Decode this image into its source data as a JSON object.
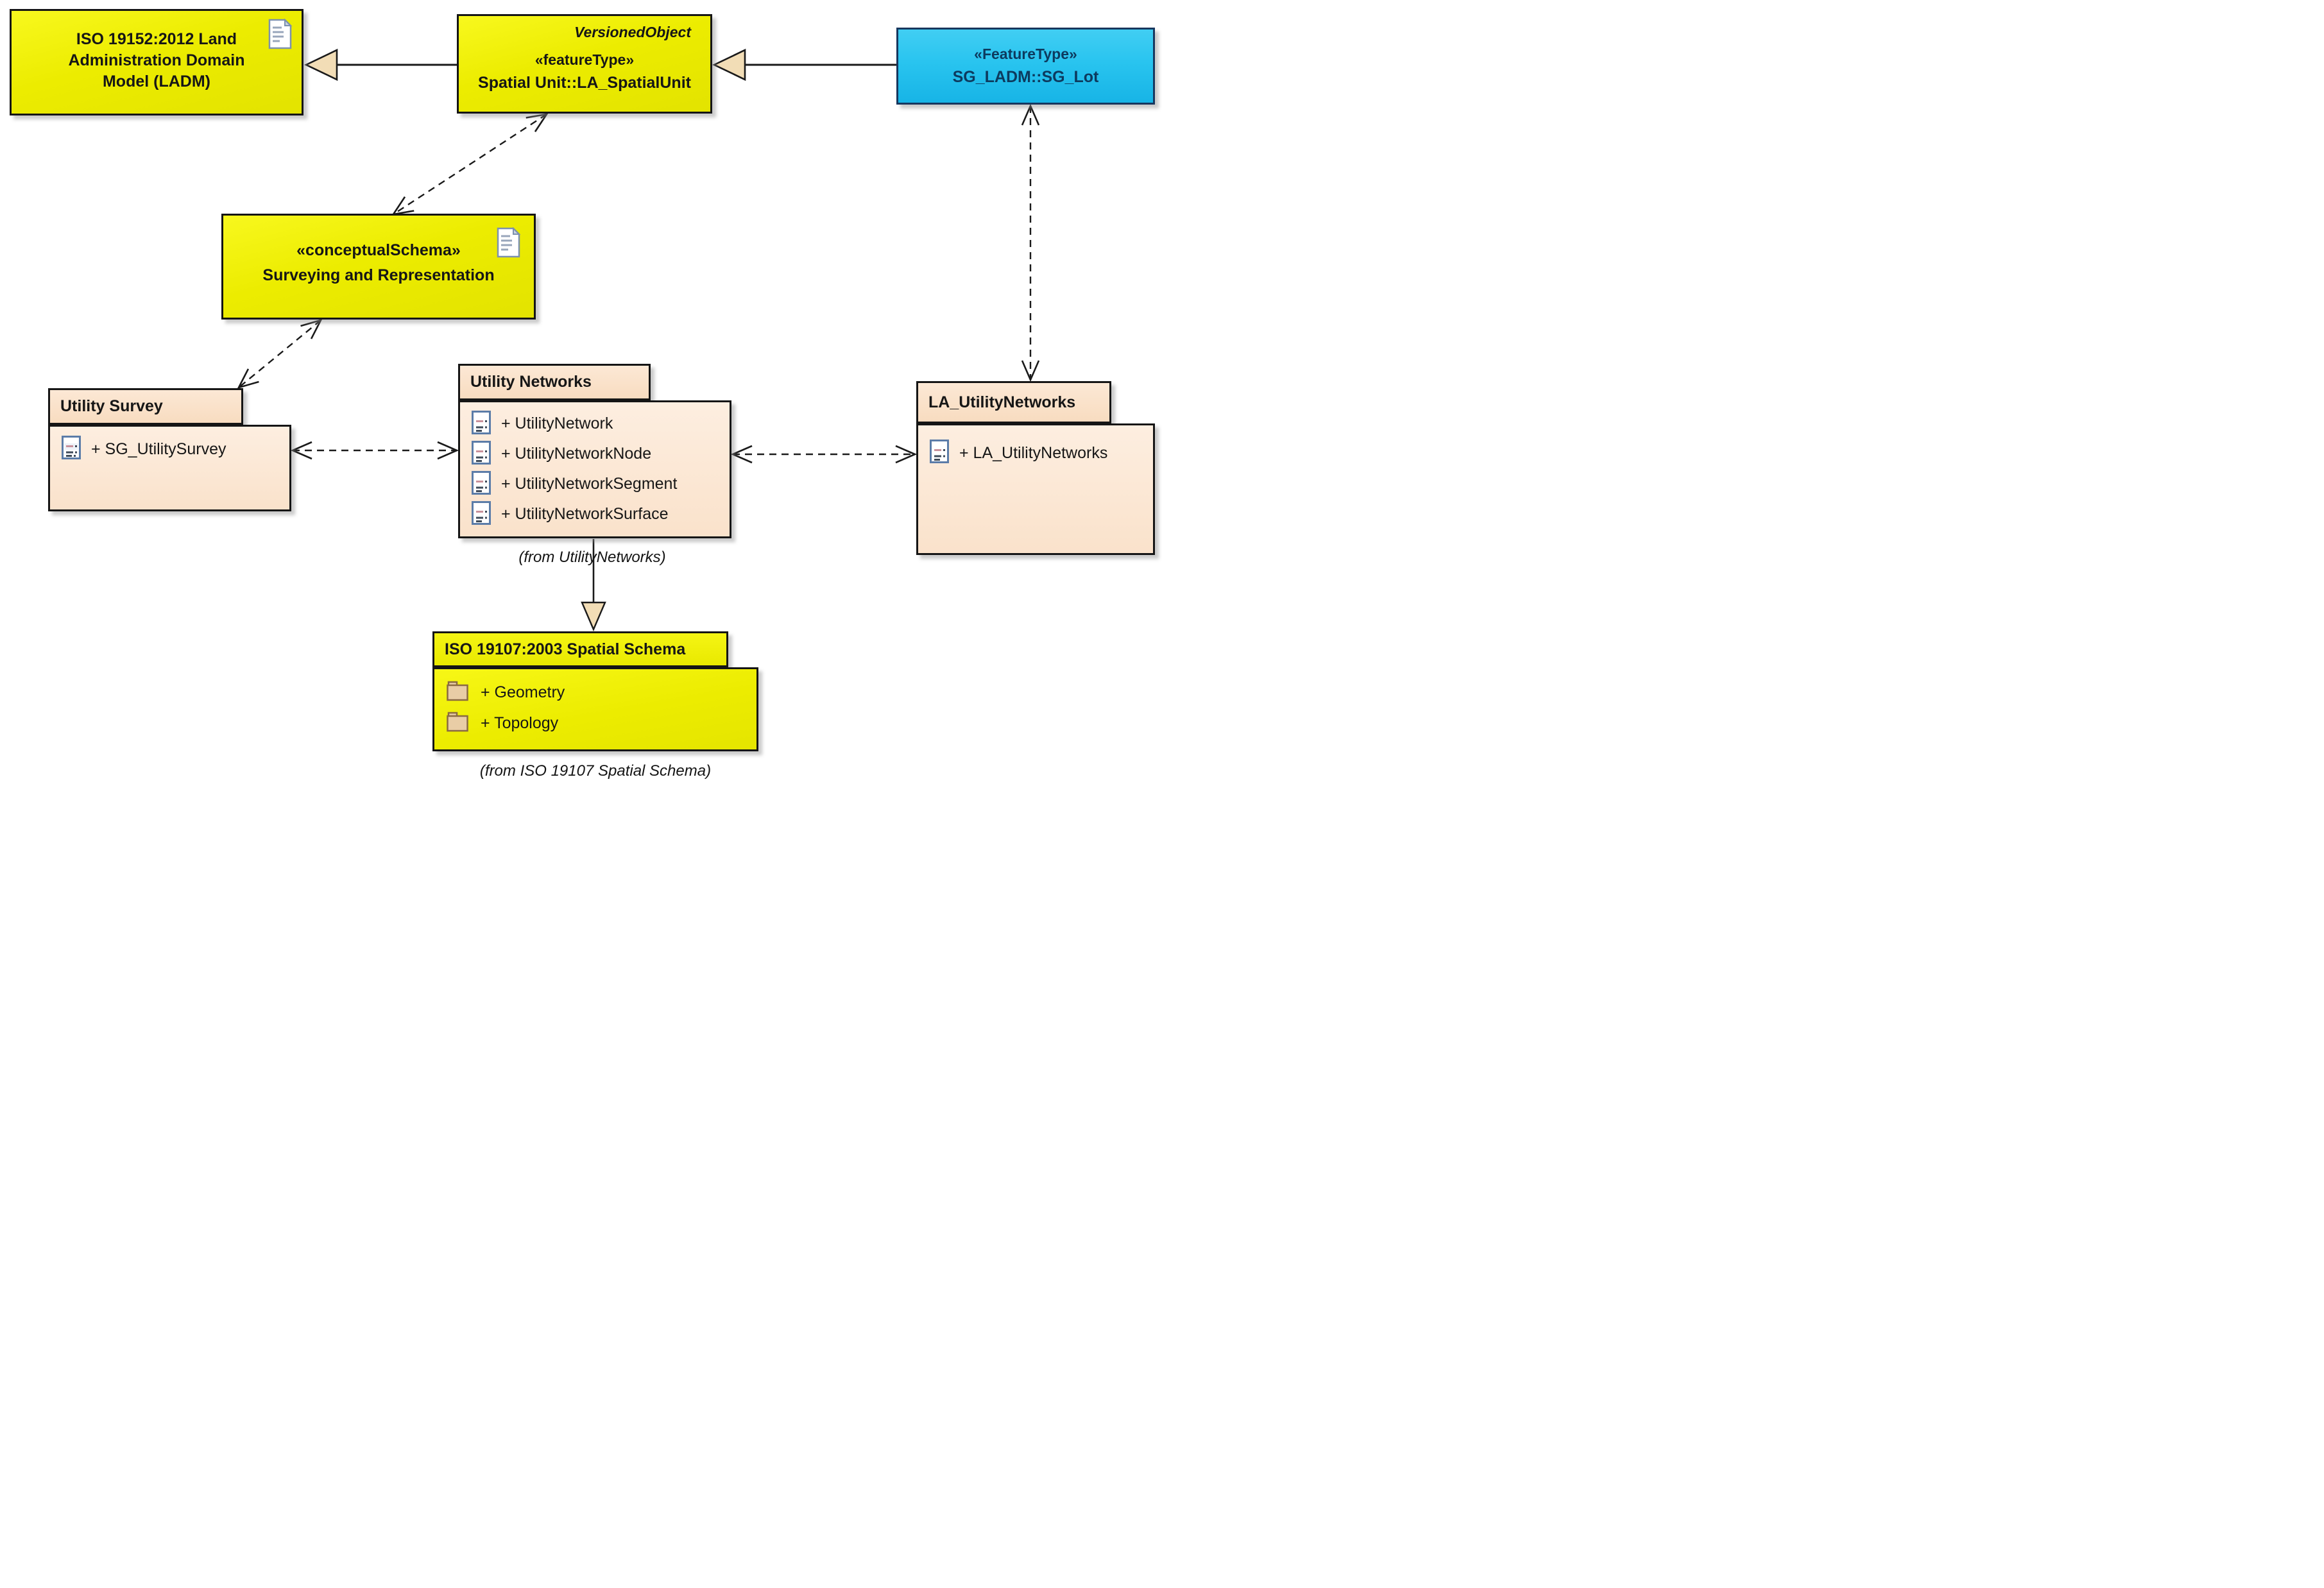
{
  "diagram": {
    "title": "LADM utility networks UML overview diagram",
    "nodes": {
      "iso19152": {
        "title": "ISO 19152:2012 Land Administration Domain Model (LADM)",
        "corner_icon": "document-icon"
      },
      "la_spatial_unit": {
        "classifier": "VersionedObject",
        "stereotype": "«featureType»",
        "name": "Spatial Unit::LA_SpatialUnit"
      },
      "sg_lot": {
        "stereotype": "«FeatureType»",
        "name": "SG_LADM::SG_Lot"
      },
      "conceptual_schema": {
        "stereotype": "«conceptualSchema»",
        "name": "Surveying and Representation",
        "corner_icon": "document-icon"
      },
      "utility_survey": {
        "title": "Utility Survey",
        "item_icon": "class-icon",
        "items": [
          "+ SG_UtilitySurvey"
        ]
      },
      "utility_networks": {
        "title": "Utility Networks",
        "item_icon": "class-icon",
        "items": [
          "+ UtilityNetwork",
          "+ UtilityNetworkNode",
          "+ UtilityNetworkSegment",
          "+ UtilityNetworkSurface"
        ],
        "caption": "(from UtilityNetworks)"
      },
      "la_utility_networks": {
        "title": "LA_UtilityNetworks",
        "item_icon": "class-icon",
        "items": [
          "+ LA_UtilityNetworks"
        ]
      },
      "iso19107": {
        "title": "ISO 19107:2003 Spatial Schema",
        "item_icon": "folder-icon",
        "items": [
          "+ Geometry",
          "+ Topology"
        ],
        "caption": "(from ISO 19107 Spatial Schema)"
      }
    },
    "relations": [
      {
        "from": "la_spatial_unit",
        "to": "iso19152",
        "type": "generalization-solid-closed-head"
      },
      {
        "from": "sg_lot",
        "to": "la_spatial_unit",
        "type": "generalization-solid-closed-head"
      },
      {
        "from": "la_spatial_unit",
        "to": "conceptual_schema",
        "type": "dependency-dashed-two-headed"
      },
      {
        "from": "conceptual_schema",
        "to": "utility_survey",
        "type": "dependency-dashed-two-headed"
      },
      {
        "from": "utility_survey",
        "to": "utility_networks",
        "type": "dependency-dashed-two-headed"
      },
      {
        "from": "utility_networks",
        "to": "la_utility_networks",
        "type": "dependency-dashed-two-headed"
      },
      {
        "from": "sg_lot",
        "to": "la_utility_networks",
        "type": "dependency-dashed-two-headed"
      },
      {
        "from": "utility_networks",
        "to": "iso19107",
        "type": "solid-closed-head"
      }
    ],
    "colors": {
      "yellow_node": "#ECEC00",
      "cyan_node": "#29C4EF",
      "cyan_border": "#17375E",
      "peach_package": "#FBE4CE",
      "arrowhead_wheat": "#F2DDB6",
      "line": "#1A1A1A"
    }
  }
}
